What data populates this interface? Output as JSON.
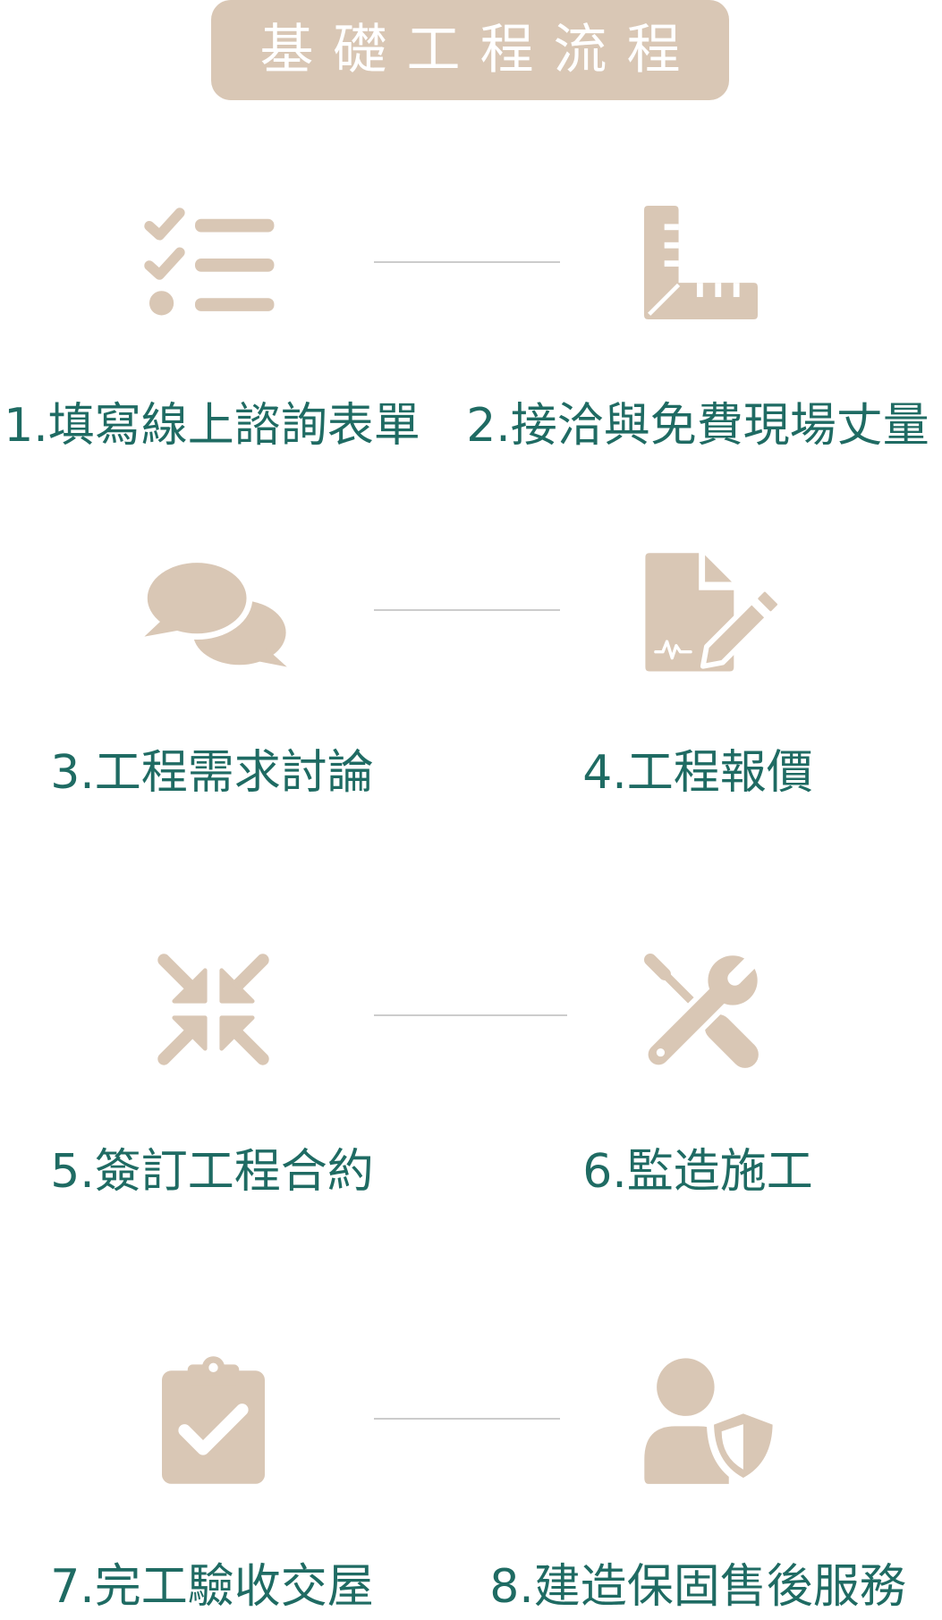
{
  "title": "基礎工程流程",
  "steps": [
    {
      "label": "1.填寫線上諮詢表單",
      "icon": "list-check-icon"
    },
    {
      "label": "2.接洽與免費現場丈量",
      "icon": "ruler-combined-icon"
    },
    {
      "label": "3.工程需求討論",
      "icon": "comments-icon"
    },
    {
      "label": "4.工程報價",
      "icon": "file-signature-icon"
    },
    {
      "label": "5.簽訂工程合約",
      "icon": "compress-arrows-icon"
    },
    {
      "label": "6.監造施工",
      "icon": "tools-icon"
    },
    {
      "label": "7.完工驗收交屋",
      "icon": "clipboard-check-icon"
    },
    {
      "label": "8.建造保固售後服務",
      "icon": "user-shield-icon"
    }
  ],
  "colors": {
    "accent": "#d9c7b5",
    "text": "#1f6b63",
    "connector": "#cccccc",
    "title_text": "#ffffff"
  }
}
